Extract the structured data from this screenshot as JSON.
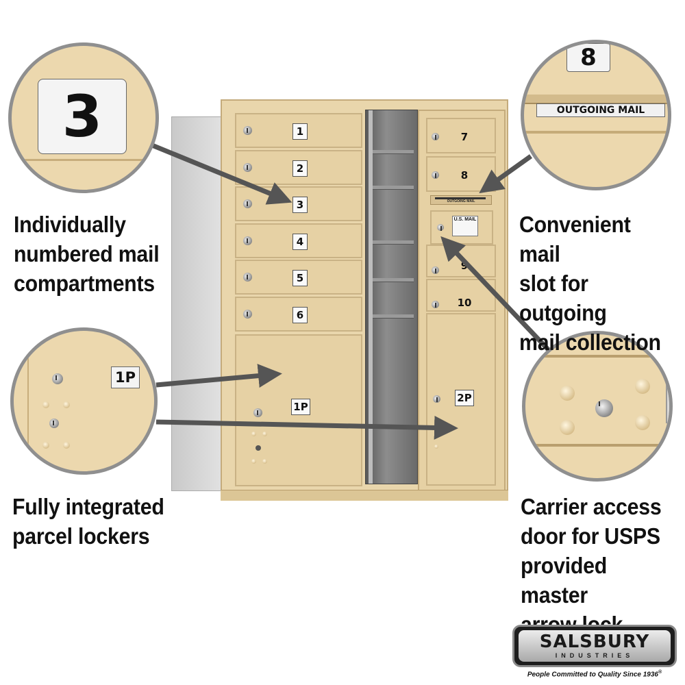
{
  "captions": {
    "compartments": [
      "Individually",
      "numbered mail",
      "compartments"
    ],
    "outgoing": [
      "Convenient mail",
      "slot for outgoing",
      "mail collection"
    ],
    "parcel": [
      "Fully integrated",
      "parcel lockers"
    ],
    "carrier": [
      "Carrier access",
      "door for USPS",
      "provided master",
      "arrow lock"
    ]
  },
  "zoom": {
    "compartment_number": "3",
    "outgoing_number": "8",
    "outgoing_label": "OUTGOING MAIL",
    "parcel_number": "1P"
  },
  "mailbox": {
    "left_doors": [
      "1",
      "2",
      "3",
      "4",
      "5",
      "6"
    ],
    "left_parcel": "1P",
    "right_doors": [
      "7",
      "8"
    ],
    "right_doors_lower": [
      "9",
      "10"
    ],
    "right_parcel": "2P",
    "slot_label": "OUTGOING MAIL",
    "usmail_label": "U.S. MAIL"
  },
  "logo": {
    "brand": "SALSBURY",
    "sub": "INDUSTRIES",
    "tagline": "People Committed to Quality Since 1936",
    "reg": "®"
  },
  "colors": {
    "sandstone": "#e6d1a4",
    "arrow": "#555555",
    "circle_border": "#8f8f8f"
  }
}
